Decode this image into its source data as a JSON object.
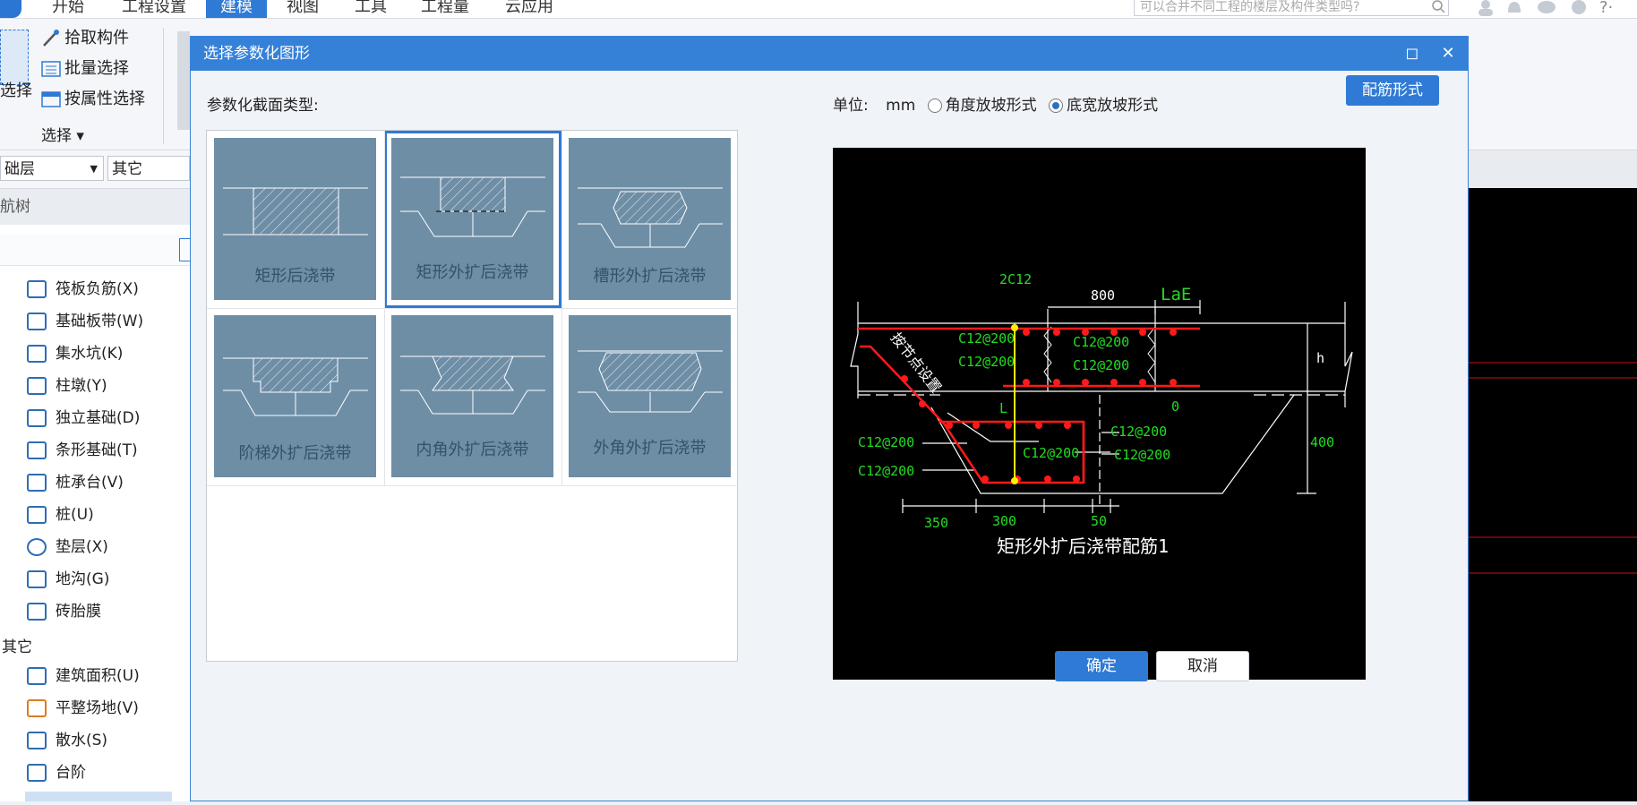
{
  "menu": {
    "start": "开始",
    "project_settings": "工程设置",
    "modeling": "建模",
    "view": "视图",
    "tools": "工具",
    "quantities": "工程量",
    "cloud": "云应用"
  },
  "search": {
    "placeholder": "可以合并不同工程的楼层及构件类型吗?"
  },
  "ribbon": {
    "pick_component": "拾取构件",
    "batch_select": "批量选择",
    "select_by_attr": "按属性选择",
    "select_group": "选择",
    "select_big": "选择"
  },
  "layer": {
    "floor": "础层",
    "category": "其它"
  },
  "nav": {
    "title": "航树",
    "items": [
      {
        "label": "筏板负筋(X)"
      },
      {
        "label": "基础板带(W)"
      },
      {
        "label": "集水坑(K)"
      },
      {
        "label": "柱墩(Y)"
      },
      {
        "label": "独立基础(D)"
      },
      {
        "label": "条形基础(T)"
      },
      {
        "label": "桩承台(V)"
      },
      {
        "label": "桩(U)"
      },
      {
        "label": "垫层(X)"
      },
      {
        "label": "地沟(G)"
      },
      {
        "label": "砖胎膜"
      }
    ],
    "group_other": "其它",
    "other_items": [
      {
        "label": "建筑面积(U)"
      },
      {
        "label": "平整场地(V)"
      },
      {
        "label": "散水(S)"
      },
      {
        "label": "台阶"
      }
    ]
  },
  "dialog": {
    "title": "选择参数化图形",
    "type_label": "参数化截面类型:",
    "unit_label": "单位:",
    "unit_value": "mm",
    "radio_angle": "角度放坡形式",
    "radio_width": "底宽放坡形式",
    "rebar_button": "配筋形式",
    "ok_button": "确定",
    "cancel_button": "取消",
    "shapes": [
      {
        "label": "矩形后浇带"
      },
      {
        "label": "矩形外扩后浇带"
      },
      {
        "label": "槽形外扩后浇带"
      },
      {
        "label": "阶梯外扩后浇带"
      },
      {
        "label": "内角外扩后浇带"
      },
      {
        "label": "外角外扩后浇带"
      }
    ],
    "selected_index": 1
  },
  "preview": {
    "caption": "矩形外扩后浇带配筋1",
    "top_rebar": "2C12",
    "dim_800": "800",
    "lae": "LaE",
    "h": "h",
    "dim_400": "400",
    "zero": "0",
    "L": "L",
    "slope_note": "按节点设置",
    "rebar_left_1": "C12@200",
    "rebar_left_2": "C12@200",
    "rebar_mid_1": "C12@200",
    "rebar_mid_2": "C12@200",
    "rebar_low_left_1": "C12@200",
    "rebar_low_left_2": "C12@200",
    "rebar_center": "C12@200",
    "rebar_right_1": "C12@200",
    "rebar_right_2": "C12@200",
    "dim_350": "350",
    "dim_300": "300",
    "dim_50": "50",
    "colors": {
      "rebar": "#ff1a1a",
      "label": "#22dd22",
      "line": "#ffffff",
      "yellow": "#ffee00"
    }
  }
}
